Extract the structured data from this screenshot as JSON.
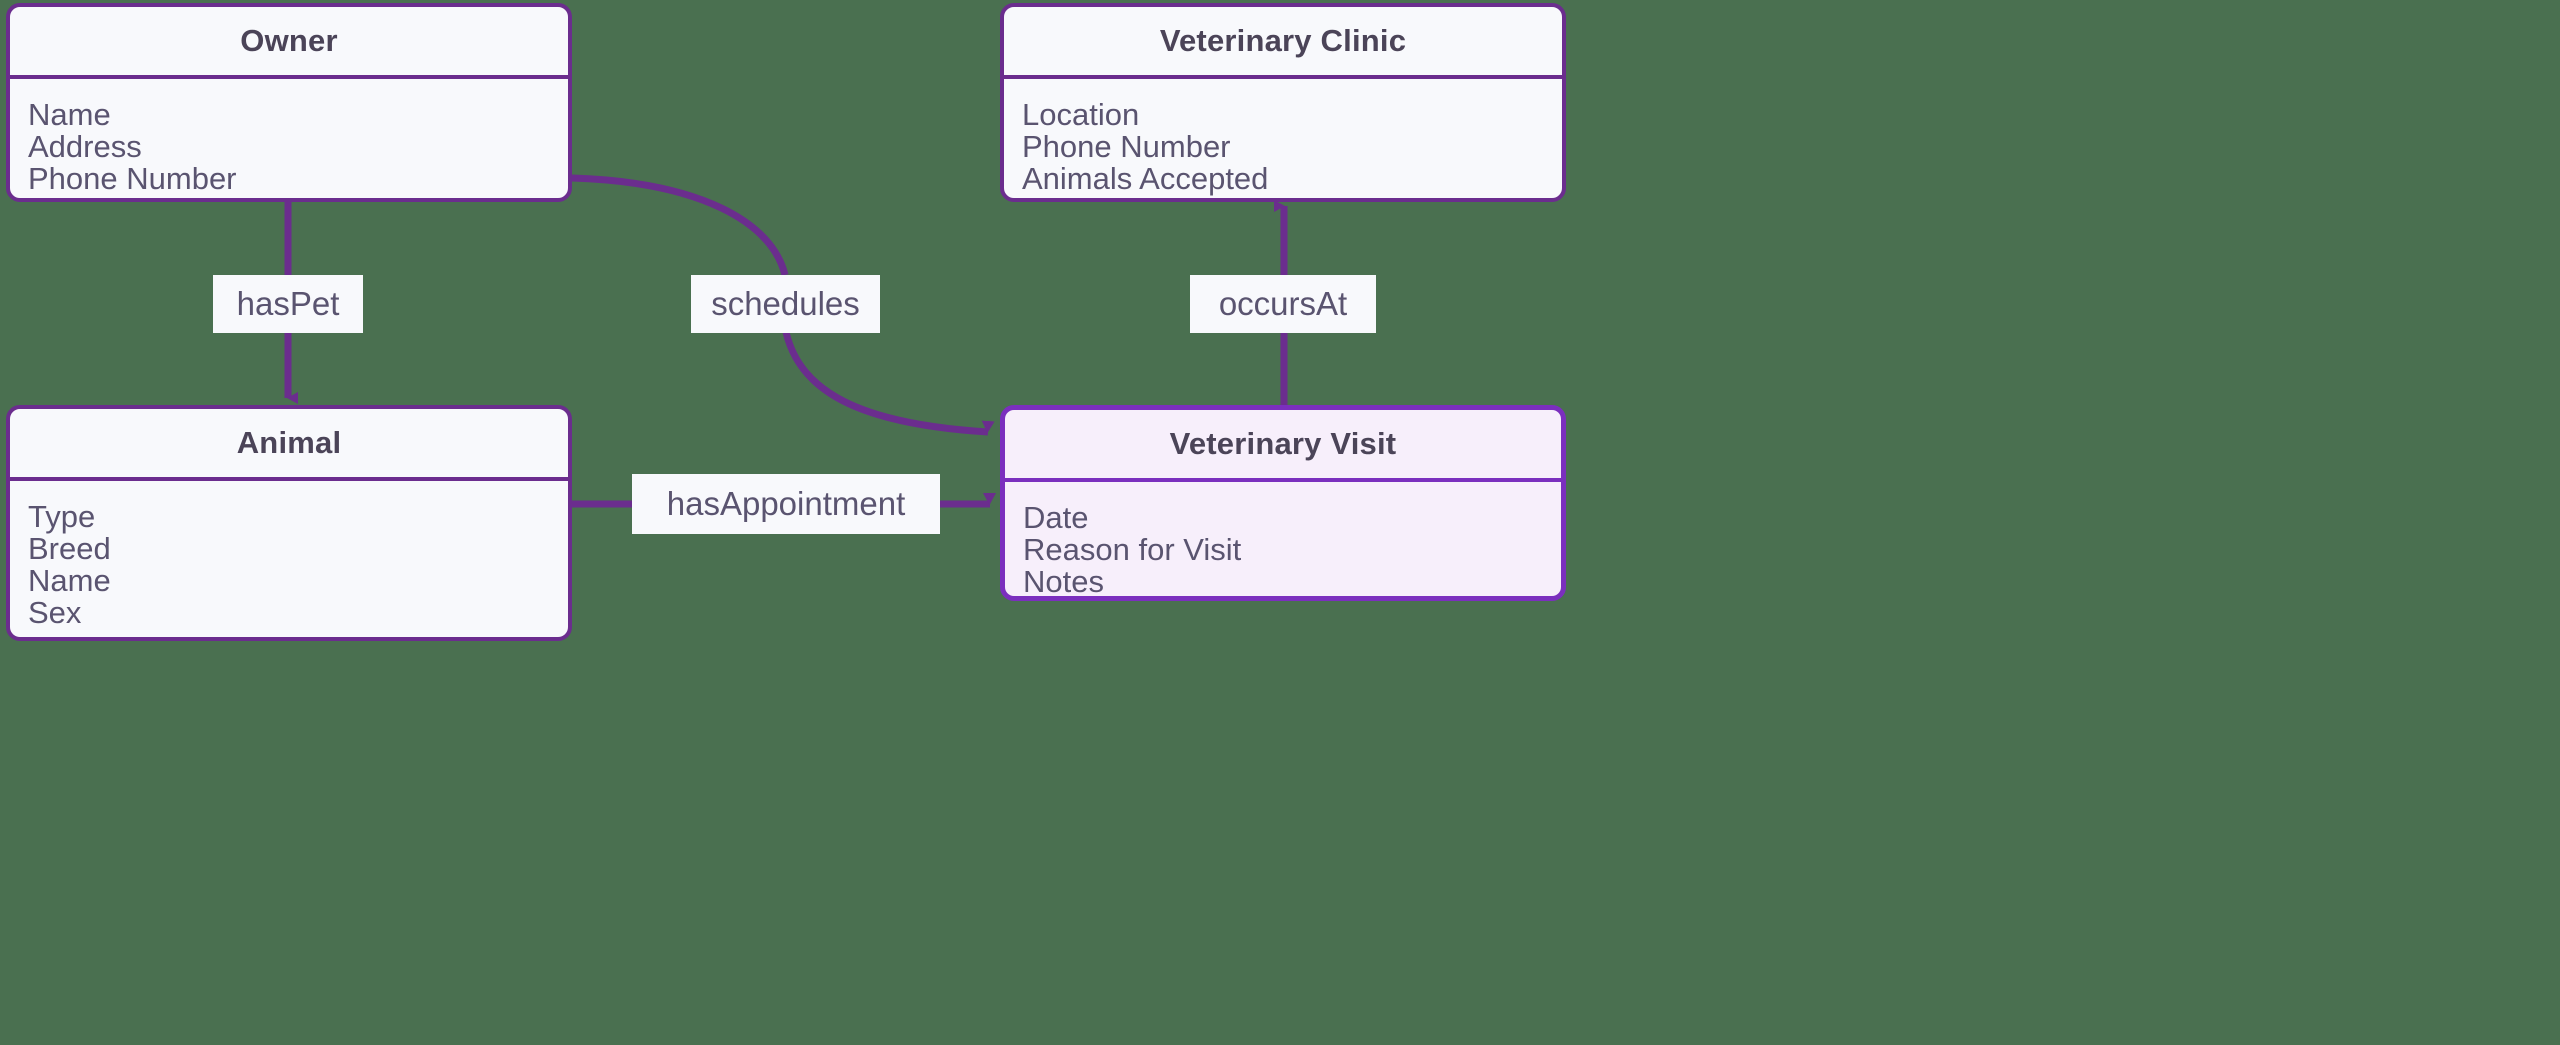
{
  "diagram": {
    "type": "entity-relationship-diagram",
    "background_color": "#4a7050",
    "accent_color": "#6b2d8e",
    "entity_fill": "#f8f9fc",
    "highlight_fill": "#f7effb",
    "title_color": "#4b4458",
    "attribute_color": "#5a5470"
  },
  "entities": [
    {
      "id": "owner",
      "title": "Owner",
      "attributes": [
        "Name",
        "Address",
        "Phone Number"
      ],
      "highlighted": false
    },
    {
      "id": "veterinary-clinic",
      "title": "Veterinary Clinic",
      "attributes": [
        "Location",
        "Phone Number",
        "Animals Accepted"
      ],
      "highlighted": false
    },
    {
      "id": "animal",
      "title": "Animal",
      "attributes": [
        "Type",
        "Breed",
        "Name",
        "Sex"
      ],
      "highlighted": false
    },
    {
      "id": "veterinary-visit",
      "title": "Veterinary Visit",
      "attributes": [
        "Date",
        "Reason for Visit",
        "Notes"
      ],
      "highlighted": true
    }
  ],
  "relationships": [
    {
      "id": "has-pet",
      "label": "hasPet",
      "from": "owner",
      "to": "animal",
      "arrow": "down"
    },
    {
      "id": "schedules",
      "label": "schedules",
      "from": "owner",
      "to": "veterinary-visit",
      "arrow": "curve-right"
    },
    {
      "id": "occurs-at",
      "label": "occursAt",
      "from": "veterinary-visit",
      "to": "veterinary-clinic",
      "arrow": "up"
    },
    {
      "id": "has-appointment",
      "label": "hasAppointment",
      "from": "animal",
      "to": "veterinary-visit",
      "arrow": "right"
    }
  ]
}
